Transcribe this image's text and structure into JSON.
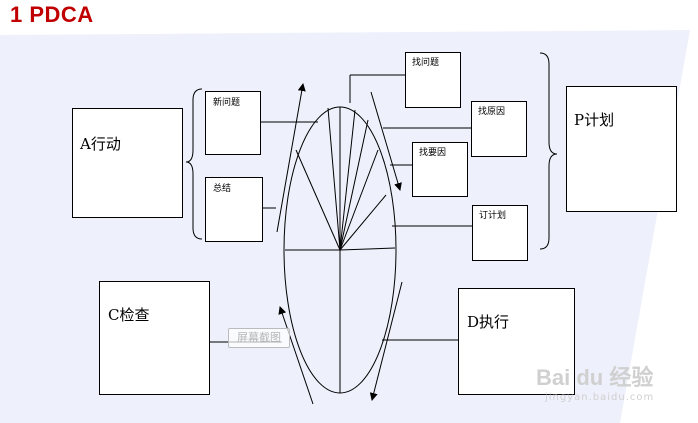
{
  "title": "1 PDCA",
  "boxes": {
    "a_action": "A行动",
    "p_plan": "P计划",
    "c_check": "C检查",
    "d_do": "D执行",
    "new_problem": "新问题",
    "summary": "总结",
    "find_problem": "找问题",
    "find_cause": "找原因",
    "find_key_cause": "找要因",
    "make_plan": "订计划"
  },
  "watermarks": {
    "screenshot": "屏幕截图",
    "logo": "Bai du 经验",
    "sub": "jingyan.baidu.com"
  },
  "colors": {
    "title": "#c00000",
    "panel": "#eef0fb",
    "line": "#000000"
  }
}
